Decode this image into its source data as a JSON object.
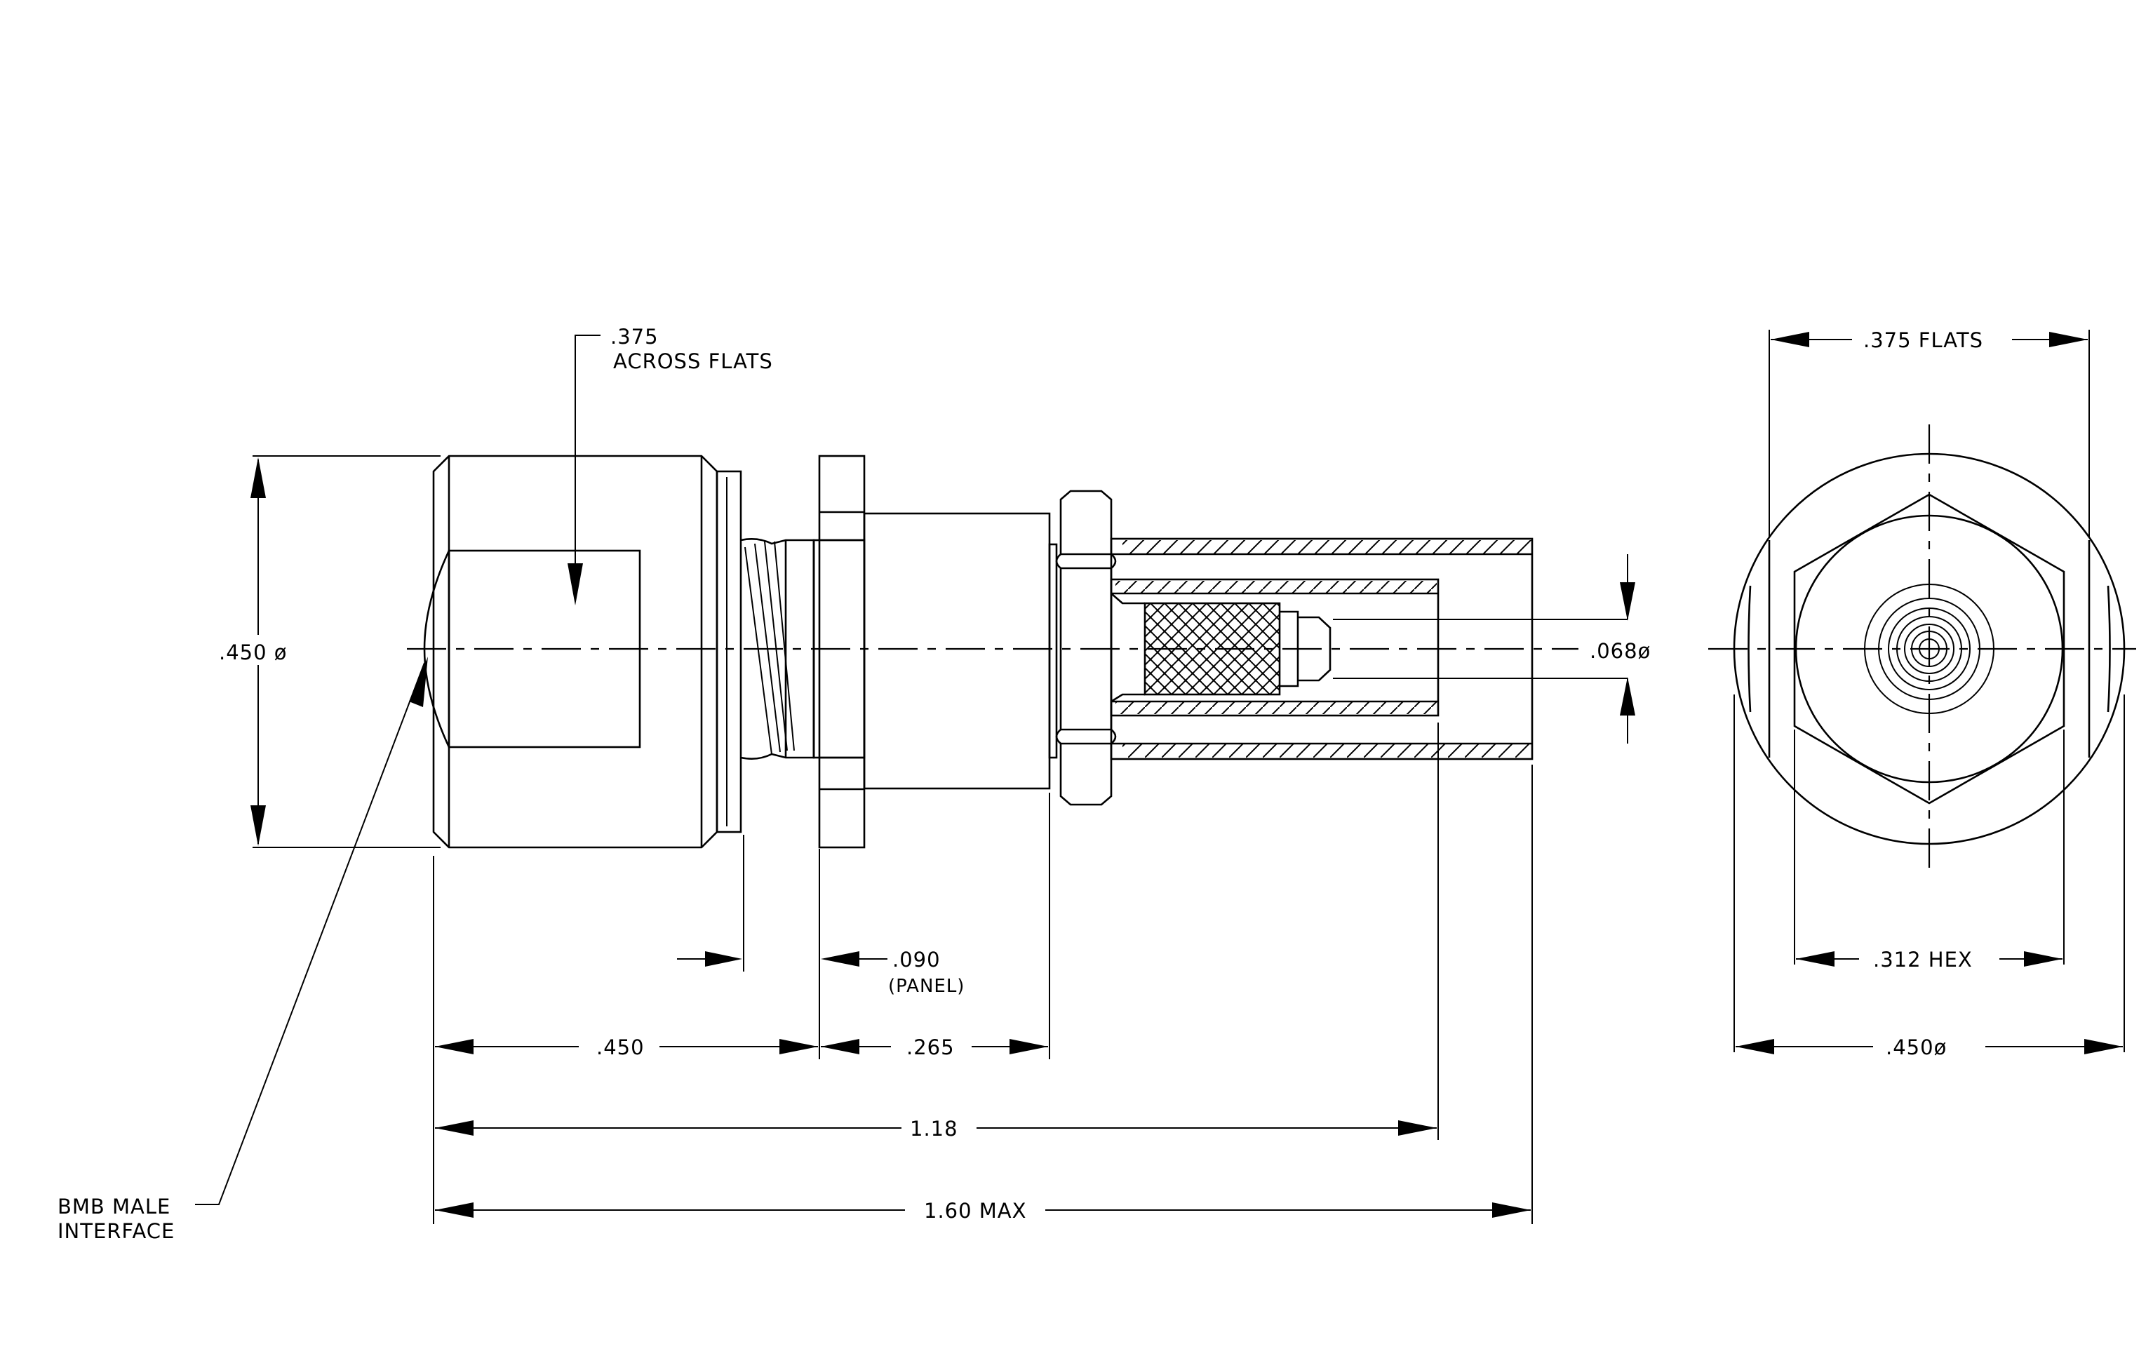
{
  "side_view": {
    "across_flats_line1": ".375",
    "across_flats_line2": "ACROSS FLATS",
    "body_diameter": ".450 ø",
    "contact_diameter": ".068ø",
    "groove": "",
    "panel_thickness_value": ".090",
    "panel_thickness_label": "(PANEL)",
    "front_length": ".450",
    "rear_length": ".265",
    "length_to_tube": "1.18",
    "overall_length": "1.60 MAX",
    "interface_line1": "BMB MALE",
    "interface_line2": "INTERFACE"
  },
  "end_view": {
    "flats": ".375 FLATS",
    "hex": ".312 HEX",
    "outer_diameter": ".450ø"
  }
}
